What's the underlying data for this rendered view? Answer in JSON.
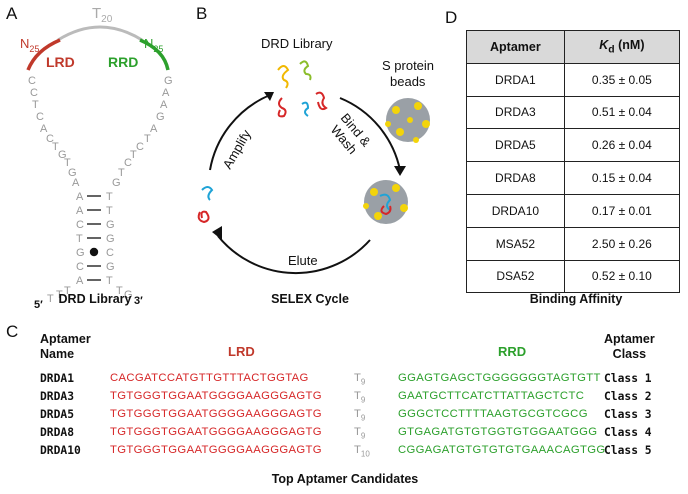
{
  "panels": {
    "a": "A",
    "b": "B",
    "c": "C",
    "d": "D"
  },
  "panelA": {
    "loop": "T",
    "loop_sub": "20",
    "n_left": "N",
    "n_left_sub": "25",
    "n_right": "N",
    "n_right_sub": "25",
    "lrd": "LRD",
    "rrd": "RRD",
    "end5": "5′",
    "end3": "3′",
    "caption": "DRD Library",
    "colors": {
      "lrd": "#c0392b",
      "rrd": "#2ca02c",
      "loop": "#bbbbbb"
    }
  },
  "panelB": {
    "library_label": "DRD Library",
    "beads_label": "S protein beads",
    "beads_line1": "S protein",
    "beads_line2": "beads",
    "bind_wash_1": "Bind &",
    "bind_wash_2": "Wash",
    "amplify": "Amplify",
    "elute": "Elute",
    "caption": "SELEX Cycle"
  },
  "panelD": {
    "headers": [
      "Aptamer",
      "Kd (nM)"
    ],
    "header_k": "K",
    "header_d": "d",
    "header_unit": " (nM)",
    "rows": [
      [
        "DRDA1",
        "0.35 ± 0.05"
      ],
      [
        "DRDA3",
        "0.51 ± 0.04"
      ],
      [
        "DRDA5",
        "0.26 ± 0.04"
      ],
      [
        "DRDA8",
        "0.15 ± 0.04"
      ],
      [
        "DRDA10",
        "0.17 ± 0.01"
      ],
      [
        "MSA52",
        "2.50 ± 0.26"
      ],
      [
        "DSA52",
        "0.52 ± 0.10"
      ]
    ],
    "caption": "Binding Affinity"
  },
  "panelC": {
    "head_name_1": "Aptamer",
    "head_name_2": "Name",
    "head_lrd": "LRD",
    "head_rrd": "RRD",
    "head_class_1": "Aptamer",
    "head_class_2": "Class",
    "rows": [
      {
        "name": "DRDA1",
        "lrd": "CACGATCCATGTTGTTTACTGGTAG",
        "t": "T",
        "tsub": "9",
        "rrd": "GGAGTGAGCTGGGGGGGTAGTGTT",
        "cls": "Class 1"
      },
      {
        "name": "DRDA3",
        "lrd": "TGTGGGTGGAATGGGGAAGGGAGTG",
        "t": "T",
        "tsub": "9",
        "rrd": "GAATGCTTCATCTTATTAGCTCTC",
        "cls": "Class 2"
      },
      {
        "name": "DRDA5",
        "lrd": "TGTGGGTGGAATGGGGAAGGGAGTG",
        "t": "T",
        "tsub": "9",
        "rrd": "GGGCTCCTTTTAAGTGCGTCGCG",
        "cls": "Class 3"
      },
      {
        "name": "DRDA8",
        "lrd": "TGTGGGTGGAATGGGGAAGGGAGTG",
        "t": "T",
        "tsub": "9",
        "rrd": "GTGAGATGTGTGGTGTGGAATGGG",
        "cls": "Class 4"
      },
      {
        "name": "DRDA10",
        "lrd": "TGTGGGTGGAATGGGGAAGGGAGTG",
        "t": "T",
        "tsub": "10",
        "rrd": "CGGAGATGTGTGTGTGAAACAGTGG",
        "cls": "Class 5"
      }
    ],
    "caption": "Top Aptamer Candidates"
  }
}
